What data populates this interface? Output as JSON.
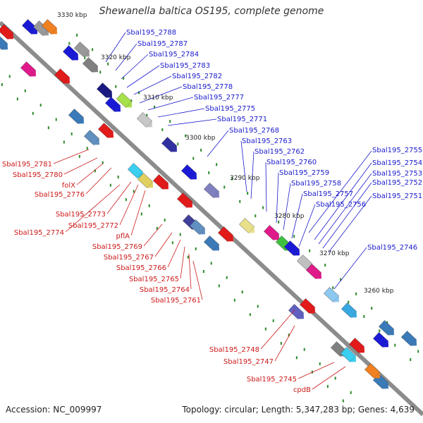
{
  "title": "Shewanella baltica OS195, complete genome",
  "footer": {
    "accession": "Accession: NC_009997",
    "summary": "Topology: circular; Length: 5,347,283 bp; Genes: 4,639"
  },
  "colors": {
    "backbone": "#8c8c8c",
    "forward_label": "#1a1acc",
    "reverse_label": "#cc1a1a",
    "tick": "#2a8a2a"
  },
  "scale_labels": [
    "3330 kbp",
    "3320 kbp",
    "3310 kbp",
    "3300 kbp",
    "3290 kbp",
    "3280 kbp",
    "3270 kbp",
    "3260 kbp"
  ],
  "upper_labels": [
    "Sbal195_2788",
    "Sbal195_2787",
    "Sbal195_2784",
    "Sbal195_2783",
    "Sbal195_2782",
    "Sbal195_2778",
    "Sbal195_2777",
    "Sbal195_2775",
    "Sbal195_2771",
    "Sbal195_2768",
    "Sbal195_2763",
    "Sbal195_2762",
    "Sbal195_2760",
    "Sbal195_2759",
    "Sbal195_2758",
    "Sbal195_2757",
    "Sbal195_2756"
  ],
  "right_labels": [
    "Sbal195_2755",
    "Sbal195_2754",
    "Sbal195_2753",
    "Sbal195_2752",
    "Sbal195_2751",
    "Sbal195_2746"
  ],
  "lower_left_labels": [
    "Sbal195_2781",
    "Sbal195_2780",
    "folX",
    "Sbal195_2776",
    "Sbal195_2773",
    "Sbal195_2772",
    "Sbal195_2774",
    "pflA",
    "Sbal195_2769",
    "Sbal195_2767",
    "Sbal195_2766",
    "Sbal195_2765",
    "Sbal195_2764",
    "Sbal195_2761"
  ],
  "lower_labels": [
    "Sbal195_2748",
    "Sbal195_2747",
    "Sbal195_2745",
    "cpdB"
  ]
}
